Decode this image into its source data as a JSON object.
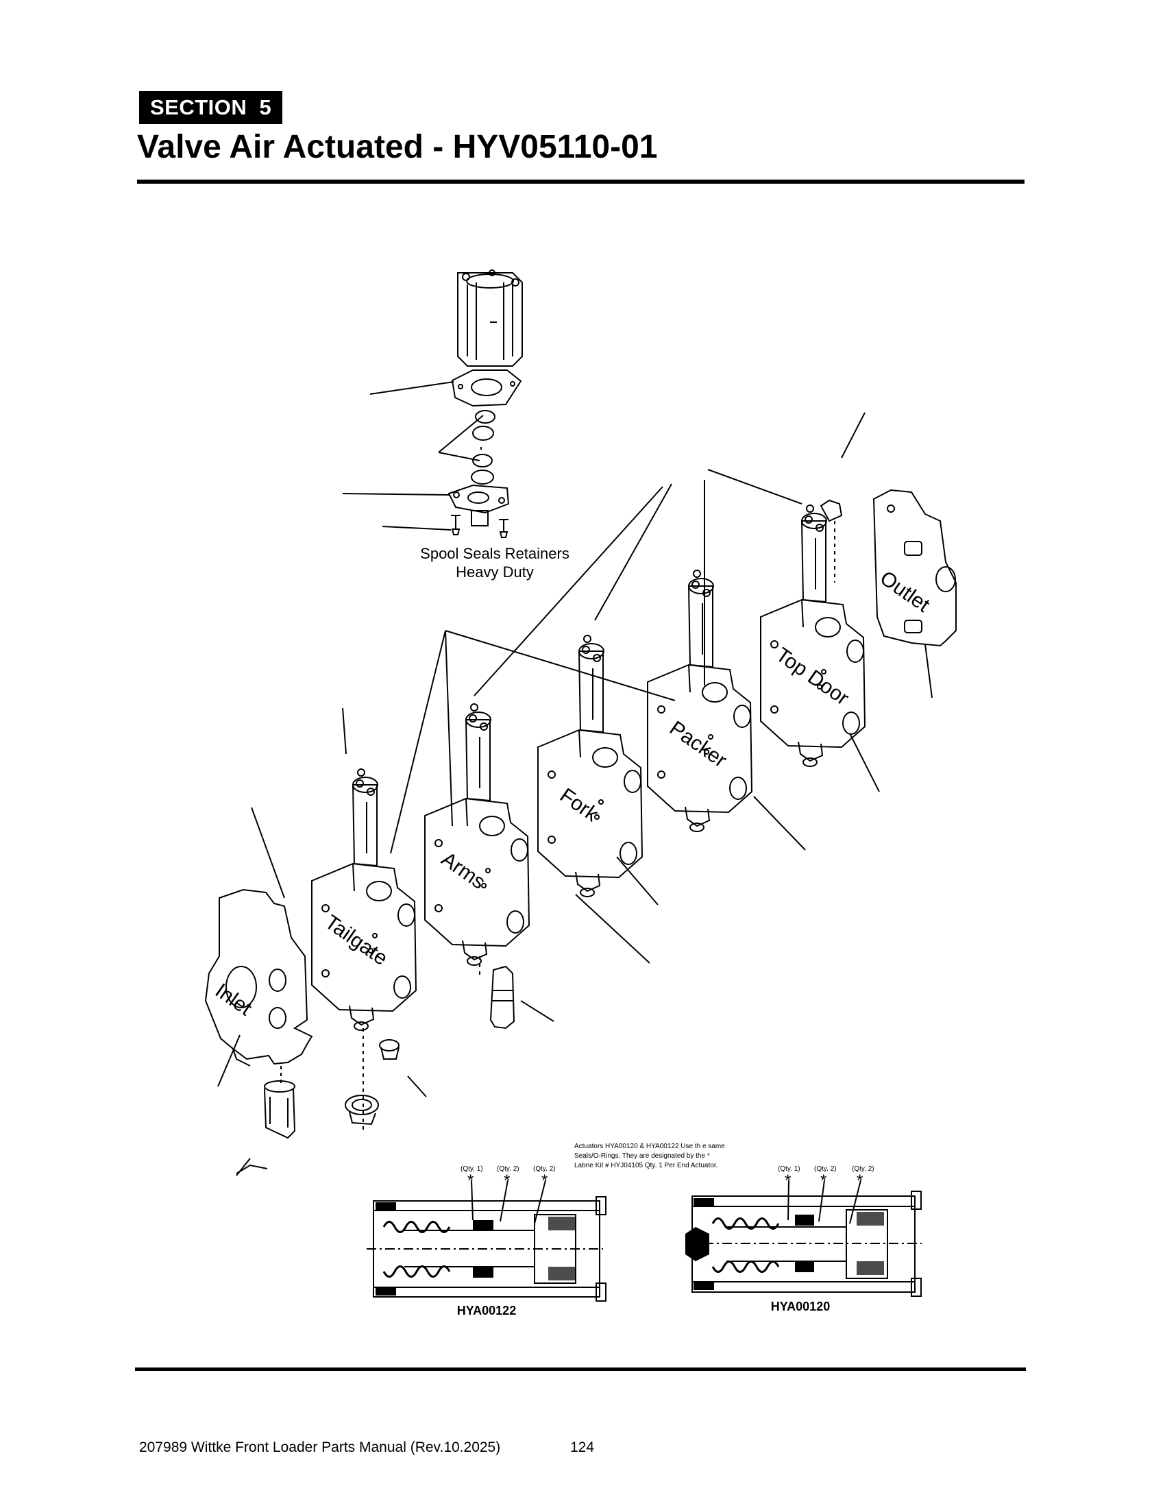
{
  "header": {
    "section_label": "SECTION  5",
    "title": "Valve Air Actuated - HYV05110-01"
  },
  "diagram": {
    "retainer_label_line1": "Spool Seals Retainers",
    "retainer_label_line2": "Heavy Duty",
    "sections": {
      "inlet": "Inlet",
      "tailgate": "Tailgate",
      "arms": "Arms",
      "fork": "Fork",
      "packer": "Packer",
      "top_door": "Top Door",
      "outlet": "Outlet"
    }
  },
  "actuators": {
    "note_line1": "Actuators HYA00120 & HYA00122 Use th e same",
    "note_line2": "Seals/O-Rings. They are designated by the *",
    "note_line3": "Labrie Kit #  HYJ04105 Qty. 1 Per End Actuator.",
    "left": {
      "part_number": "HYA00122",
      "qty1": "(Qty. 1)",
      "qty2a": "(Qty. 2)",
      "qty2b": "(Qty. 2)",
      "marker": "*"
    },
    "right": {
      "part_number": "HYA00120",
      "qty1": "(Qty. 1)",
      "qty2a": "(Qty. 2)",
      "qty2b": "(Qty. 2)",
      "marker": "*"
    }
  },
  "footer": {
    "manual": "207989 Wittke Front Loader Parts Manual (Rev.10.2025)",
    "page_number": "124"
  }
}
